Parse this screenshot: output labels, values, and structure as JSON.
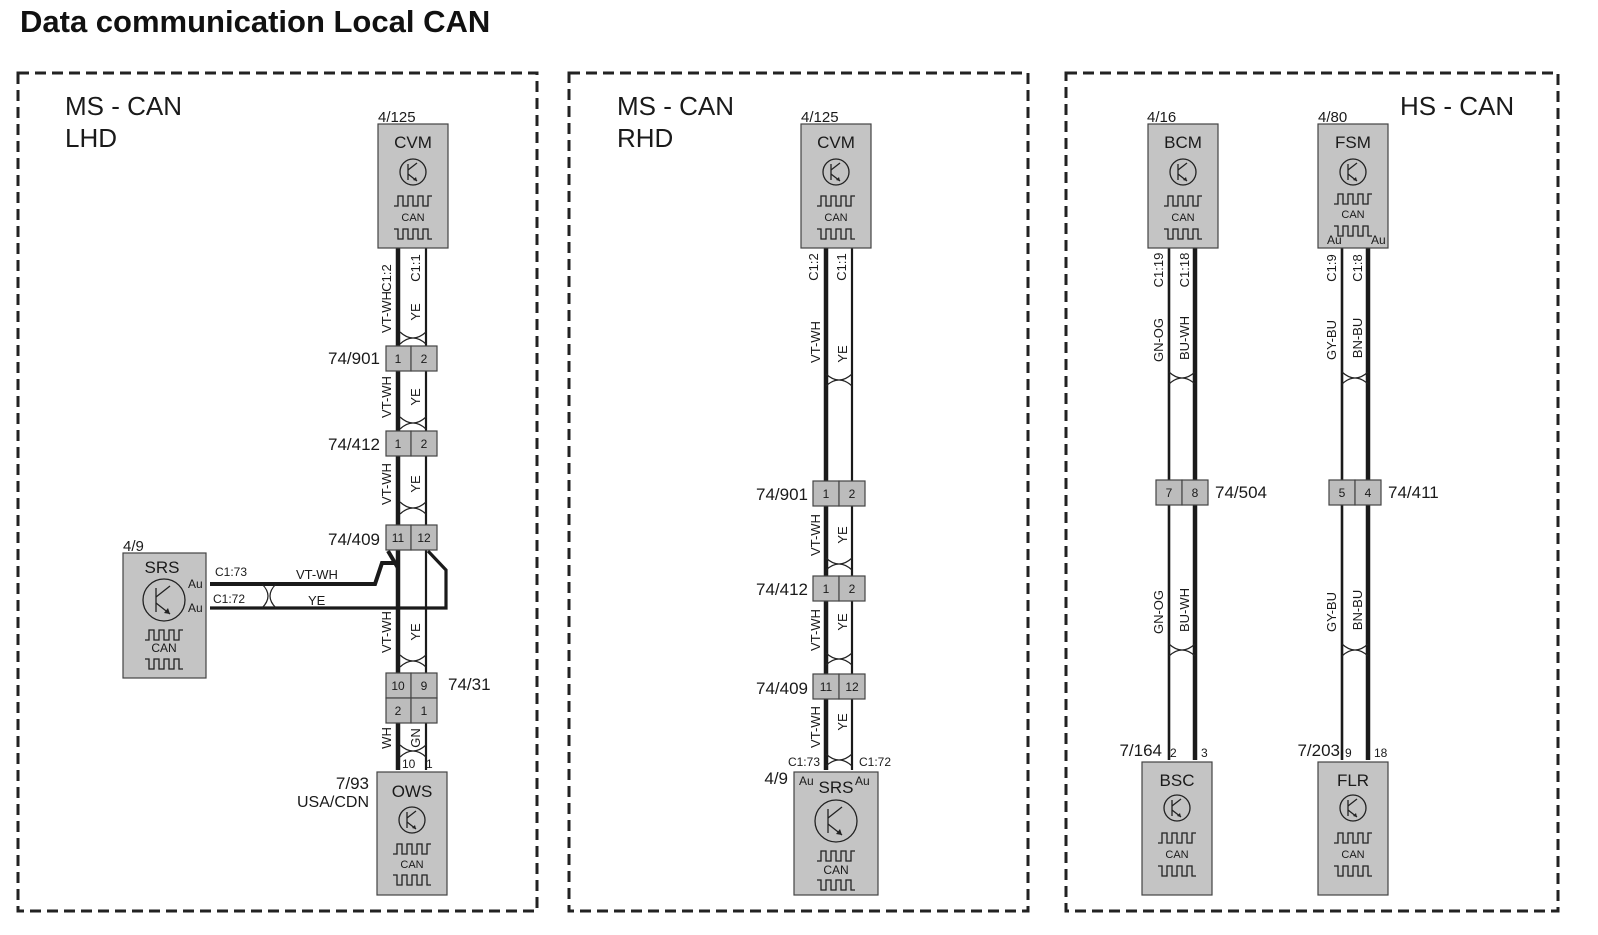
{
  "title": "Data communication Local CAN",
  "panels": [
    {
      "title_line1": "MS - CAN",
      "title_line2": "LHD"
    },
    {
      "title_line1": "MS - CAN",
      "title_line2": "RHD"
    },
    {
      "title_line1": "HS - CAN"
    }
  ],
  "modules": {
    "cvm_lhd": {
      "name": "CVM",
      "ref": "4/125",
      "can": "CAN"
    },
    "srs_lhd": {
      "name": "SRS",
      "ref": "4/9",
      "can": "CAN",
      "pin_a": "Au",
      "pin_b": "Au"
    },
    "ows": {
      "name": "OWS",
      "ref": "7/93",
      "note": "USA/CDN",
      "can": "CAN"
    },
    "cvm_rhd": {
      "name": "CVM",
      "ref": "4/125",
      "can": "CAN"
    },
    "srs_rhd": {
      "name": "SRS",
      "ref": "4/9",
      "can": "CAN",
      "pin_a": "Au",
      "pin_b": "Au"
    },
    "bcm": {
      "name": "BCM",
      "ref": "4/16",
      "can": "CAN"
    },
    "fsm": {
      "name": "FSM",
      "ref": "4/80",
      "can": "CAN",
      "pin_a": "Au",
      "pin_b": "Au"
    },
    "bsc": {
      "name": "BSC",
      "ref": "7/164",
      "can": "CAN",
      "pin_a": "2",
      "pin_b": "3"
    },
    "flr": {
      "name": "FLR",
      "ref": "7/203",
      "can": "CAN",
      "pin_a": "9",
      "pin_b": "18"
    }
  },
  "connectors": {
    "lhd_901": {
      "ref": "74/901",
      "pins": [
        "1",
        "2"
      ]
    },
    "lhd_412": {
      "ref": "74/412",
      "pins": [
        "1",
        "2"
      ]
    },
    "lhd_409": {
      "ref": "74/409",
      "pins": [
        "11",
        "12"
      ]
    },
    "lhd_31": {
      "ref": "74/31",
      "pins_top": [
        "10",
        "9"
      ],
      "pins_bottom": [
        "2",
        "1"
      ]
    },
    "rhd_901": {
      "ref": "74/901",
      "pins": [
        "1",
        "2"
      ]
    },
    "rhd_412": {
      "ref": "74/412",
      "pins": [
        "1",
        "2"
      ]
    },
    "rhd_409": {
      "ref": "74/409",
      "pins": [
        "11",
        "12"
      ]
    },
    "hs_504": {
      "ref": "74/504",
      "pins": [
        "7",
        "8"
      ]
    },
    "hs_411": {
      "ref": "74/411",
      "pins": [
        "5",
        "4"
      ]
    }
  },
  "pin_labels": {
    "cvm_a": "C1:2",
    "cvm_b": "C1:1",
    "srs_a": "C1:73",
    "srs_b": "C1:72",
    "ows_a": "10",
    "ows_b": "1",
    "bcm_a": "C1:19",
    "bcm_b": "C1:18",
    "fsm_a": "C1:9",
    "fsm_b": "C1:8"
  },
  "wire_colors": {
    "vt_wh": "VT-WH",
    "ye": "YE",
    "wh": "WH",
    "gn": "GN",
    "gn_og": "GN-OG",
    "bu_wh": "BU-WH",
    "gy_bu": "GY-BU",
    "bn_bu": "BN-BU"
  },
  "colors": {
    "module_fill": "#c4c4c4",
    "connector_fill": "#bcbcbc",
    "wire": "#1a1a1a",
    "frame": "#222222"
  },
  "icons": [
    "transistor-icon",
    "square-wave-icon"
  ]
}
